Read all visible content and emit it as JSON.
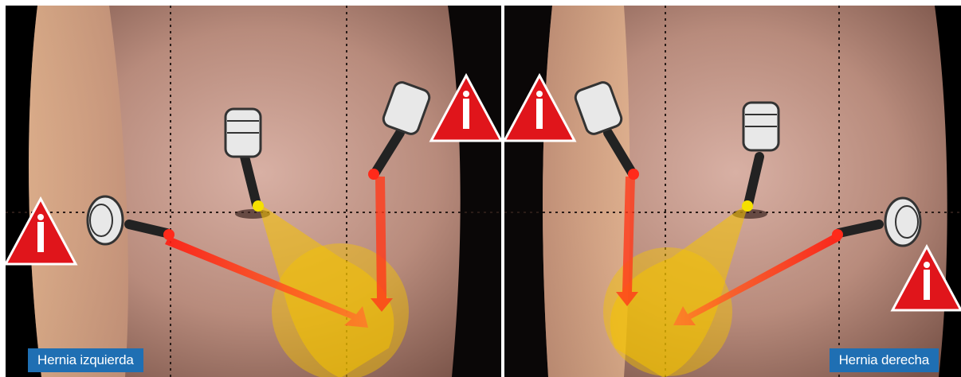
{
  "panels": {
    "left": {
      "caption": "Hernia izquierda"
    },
    "right": {
      "caption": "Hernia derecha"
    }
  },
  "colors": {
    "label_background": "#1f6fb3",
    "label_text": "#ffffff",
    "warning_red": "#e0151b",
    "target_yellow": "#f5c400",
    "trajectory_red": "#ff2a1a",
    "skin": "#c99a8a",
    "background": "#000000"
  },
  "icons": {
    "warning": "warning-triangle-icon",
    "trocar": "trocar-port-icon",
    "target": "hernia-target-zone"
  }
}
